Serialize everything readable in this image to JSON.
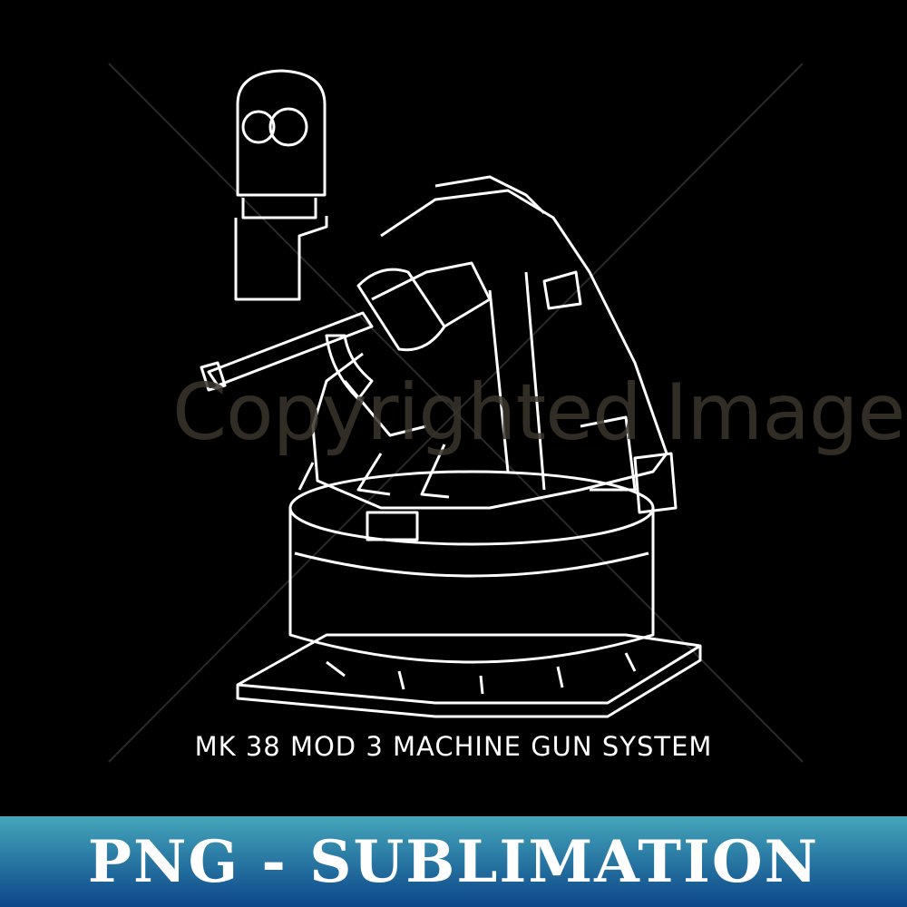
{
  "watermark": "Copyrighted Image",
  "caption": "MK 38 MOD 3 MACHINE GUN SYSTEM",
  "banner": {
    "text": "PNG - SUBLIMATION",
    "gradient_top": "#44a6ba",
    "gradient_bottom": "#0c468a"
  },
  "colors": {
    "background": "#000000",
    "line": "#ffffff"
  }
}
